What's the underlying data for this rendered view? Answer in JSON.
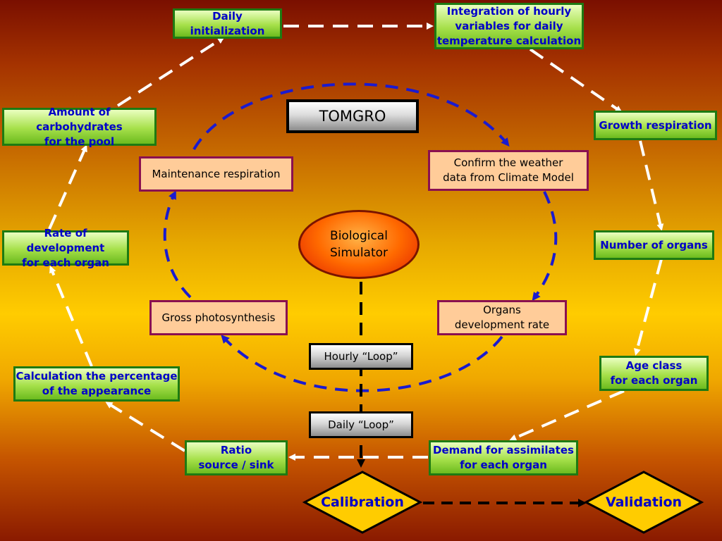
{
  "title": "TOMGRO",
  "simulator": [
    "Biological",
    "Simulator"
  ],
  "outer_boxes": {
    "daily_init": [
      "Daily initialization"
    ],
    "integration": [
      "Integration of hourly",
      "variables for daily",
      "temperature calculation"
    ],
    "growth_resp": [
      "Growth respiration"
    ],
    "num_organs": [
      "Number of organs"
    ],
    "age_class": [
      "Age class",
      "for each organ"
    ],
    "demand": [
      "Demand for assimilates",
      "for each organ"
    ],
    "ratio": [
      "Ratio",
      "source / sink"
    ],
    "calc_percent": [
      "Calculation the percentage",
      "of the appearance"
    ],
    "rate_dev": [
      "Rate of development",
      "for each organ"
    ],
    "carbo": [
      "Amount of carbohydrates",
      "for the pool"
    ]
  },
  "inner_boxes": {
    "maint_resp": [
      "Maintenance respiration"
    ],
    "weather": [
      "Confirm the weather",
      "data from Climate Model"
    ],
    "gross_photo": [
      "Gross photosynthesis"
    ],
    "organs_dev": [
      "Organs",
      "development rate"
    ]
  },
  "loops": {
    "hourly": "Hourly “Loop”",
    "daily": "Daily “Loop”"
  },
  "decisions": {
    "calibration": "Calibration",
    "validation": "Validation"
  },
  "colors": {
    "outer_arrow": "#ffffff",
    "inner_arrow": "#1a1ad0",
    "green_text": "#0000c8"
  }
}
